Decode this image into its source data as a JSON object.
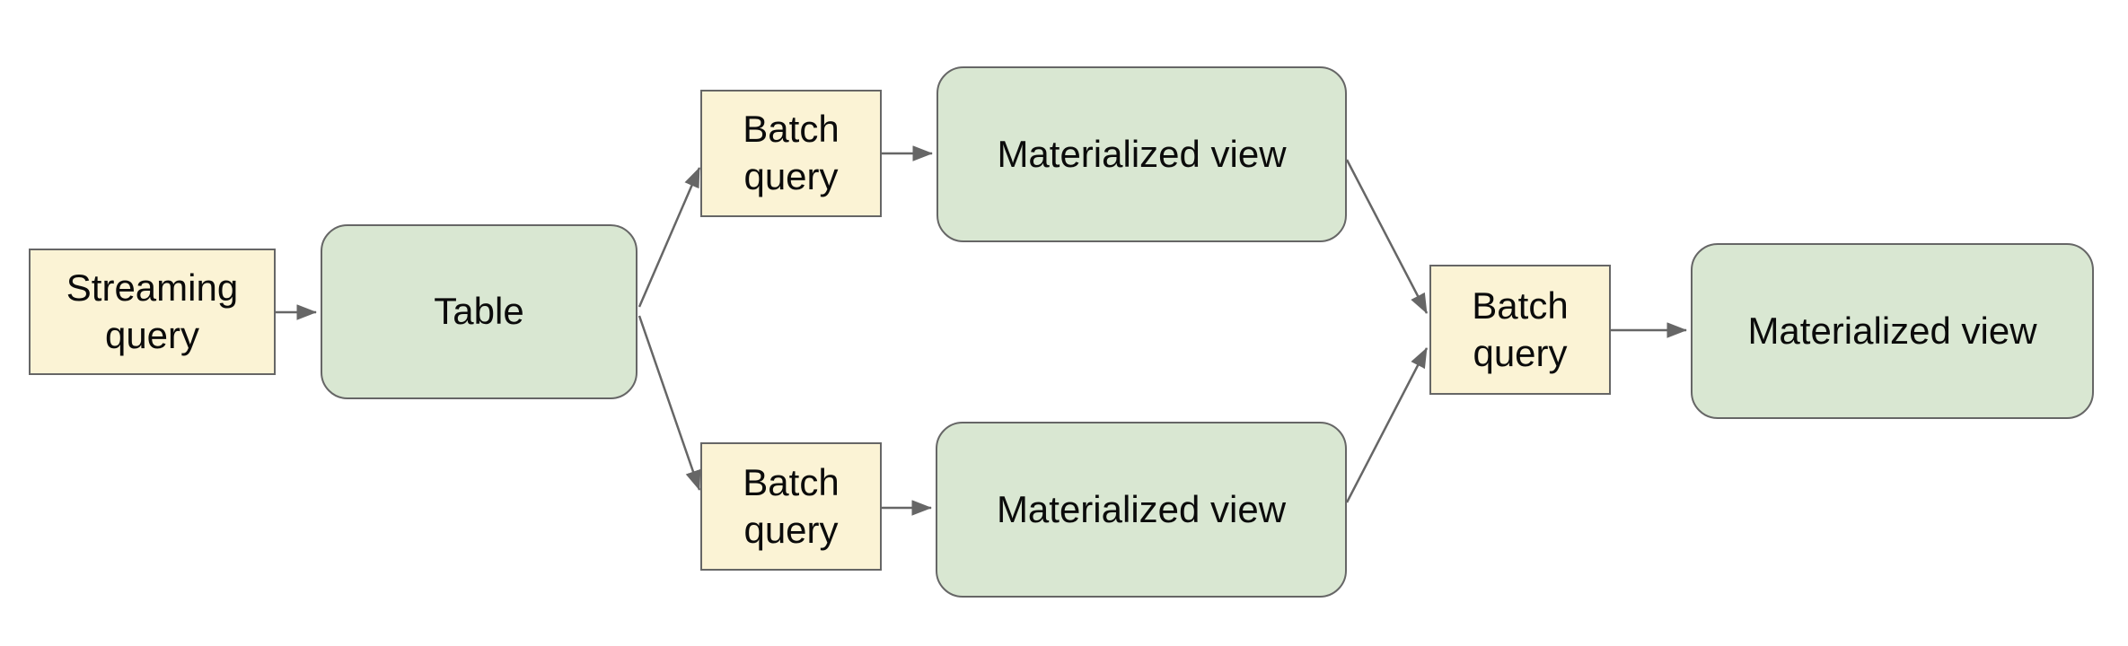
{
  "diagram": {
    "nodes": [
      {
        "id": "streaming-query",
        "label": "Streaming query",
        "kind": "query"
      },
      {
        "id": "table",
        "label": "Table",
        "kind": "view"
      },
      {
        "id": "batch-query-top",
        "label": "Batch query",
        "kind": "query"
      },
      {
        "id": "materialized-view-top",
        "label": "Materialized view",
        "kind": "view"
      },
      {
        "id": "batch-query-bottom",
        "label": "Batch query",
        "kind": "query"
      },
      {
        "id": "materialized-view-bottom",
        "label": "Materialized view",
        "kind": "view"
      },
      {
        "id": "batch-query-right",
        "label": "Batch query",
        "kind": "query"
      },
      {
        "id": "materialized-view-right",
        "label": "Materialized view",
        "kind": "view"
      }
    ],
    "edges": [
      {
        "from": "streaming-query",
        "to": "table"
      },
      {
        "from": "table",
        "to": "batch-query-top"
      },
      {
        "from": "table",
        "to": "batch-query-bottom"
      },
      {
        "from": "batch-query-top",
        "to": "materialized-view-top"
      },
      {
        "from": "batch-query-bottom",
        "to": "materialized-view-bottom"
      },
      {
        "from": "materialized-view-top",
        "to": "batch-query-right"
      },
      {
        "from": "materialized-view-bottom",
        "to": "batch-query-right"
      },
      {
        "from": "batch-query-right",
        "to": "materialized-view-right"
      }
    ],
    "colors": {
      "query_fill": "#fbf3d5",
      "view_fill": "#d9e7d2",
      "stroke": "#666666",
      "arrow": "#666666",
      "text": "#0b0b0b",
      "background": "#ffffff"
    }
  }
}
